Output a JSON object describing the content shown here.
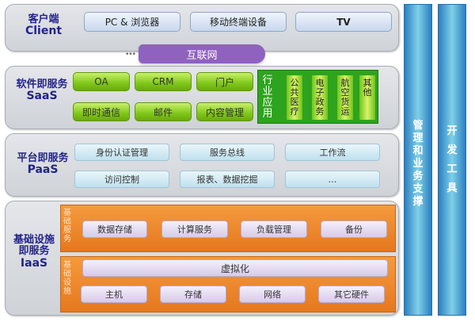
{
  "client": {
    "title_cn": "客户端",
    "title_en": "Client",
    "items": [
      "PC & 浏览器",
      "移动终端设备",
      "TV"
    ]
  },
  "internet": {
    "label": "互联网"
  },
  "saas": {
    "title_cn": "软件即服务",
    "title_en": "SaaS",
    "row1": [
      "OA",
      "CRM",
      "门户"
    ],
    "row2": [
      "即时通信",
      "邮件",
      "内容管理"
    ],
    "industry": {
      "label": "行业应用",
      "items": [
        "公共医疗",
        "电子政务",
        "航空货运",
        "其他"
      ]
    }
  },
  "paas": {
    "title_cn": "平台即服务",
    "title_en": "PaaS",
    "row1": [
      "身份认证管理",
      "服务总线",
      "工作流"
    ],
    "row2": [
      "访问控制",
      "报表、数据挖掘",
      "…"
    ]
  },
  "iaas": {
    "title_cn1": "基础设施",
    "title_cn2": "即服务",
    "title_en": "IaaS",
    "basic_services": {
      "label": "基础服务",
      "items": [
        "数据存储",
        "计算服务",
        "负载管理",
        "备份"
      ]
    },
    "infrastructure": {
      "label": "基础设施",
      "virtualization": "虚拟化",
      "items": [
        "主机",
        "存储",
        "网络",
        "其它硬件"
      ]
    }
  },
  "pillars": {
    "management": "管理和业务支撑",
    "devtools": "开发工具"
  },
  "colors": {
    "title_blue": "#23238a",
    "saas_green": "#7fc719",
    "industry_green": "#2ea31e",
    "iaas_orange": "#ec8428",
    "pillar_blue": "#2c7fc0",
    "cloud_purple": "#8f62bf"
  }
}
